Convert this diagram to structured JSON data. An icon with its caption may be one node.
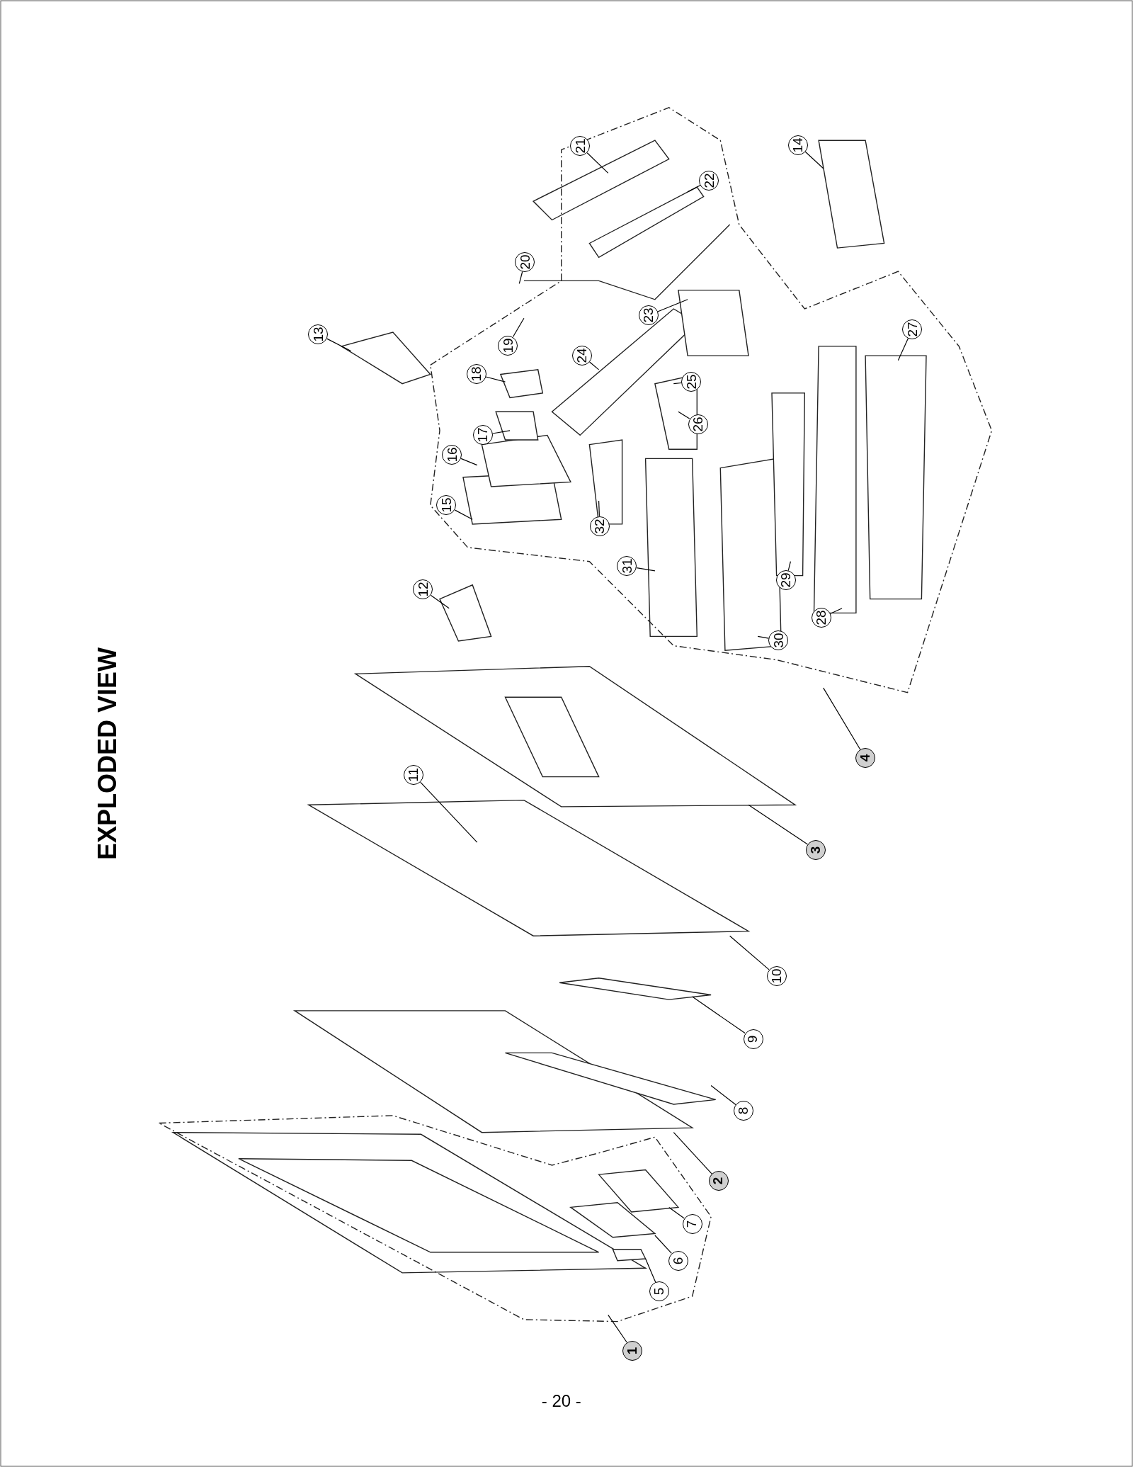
{
  "diagram": {
    "title": "EXPLODED VIEW",
    "nodes": [
      {
        "text": [
          "1"
        ]
      },
      {
        "text": [
          "2"
        ]
      },
      {
        "text": [
          "3"
        ]
      },
      {
        "text": [
          "4"
        ]
      },
      {
        "text": [
          "5"
        ]
      },
      {
        "text": [
          "6"
        ]
      },
      {
        "text": [
          "7"
        ]
      },
      {
        "text": [
          "8"
        ]
      },
      {
        "text": [
          "9"
        ]
      },
      {
        "text": [
          "10"
        ]
      },
      {
        "text": [
          "11"
        ]
      },
      {
        "text": [
          "12"
        ]
      },
      {
        "text": [
          "13"
        ]
      },
      {
        "text": [
          "14"
        ]
      },
      {
        "text": [
          "15"
        ]
      },
      {
        "text": [
          "16"
        ]
      },
      {
        "text": [
          "17"
        ]
      },
      {
        "text": [
          "18"
        ]
      },
      {
        "text": [
          "19"
        ]
      },
      {
        "text": [
          "20"
        ]
      },
      {
        "text": [
          "21"
        ]
      },
      {
        "text": [
          "22"
        ]
      },
      {
        "text": [
          "23"
        ]
      },
      {
        "text": [
          "24"
        ]
      },
      {
        "text": [
          "25"
        ]
      },
      {
        "text": [
          "26"
        ]
      },
      {
        "text": [
          "27"
        ]
      },
      {
        "text": [
          "28"
        ]
      },
      {
        "text": [
          "29"
        ]
      },
      {
        "text": [
          "30"
        ]
      },
      {
        "text": [
          "31"
        ]
      },
      {
        "text": [
          "32"
        ]
      }
    ],
    "edges": [
      {
        "from": 0,
        "to": null,
        "arrow": "none"
      },
      {
        "from": 1,
        "to": null,
        "arrow": "none"
      },
      {
        "from": 2,
        "to": null,
        "arrow": "none"
      },
      {
        "from": 3,
        "to": null,
        "arrow": "none"
      },
      {
        "from": 4,
        "to": null,
        "arrow": "none"
      },
      {
        "from": 5,
        "to": null,
        "arrow": "none"
      },
      {
        "from": 6,
        "to": null,
        "arrow": "none"
      },
      {
        "from": 7,
        "to": null,
        "arrow": "none"
      },
      {
        "from": 8,
        "to": null,
        "arrow": "none"
      },
      {
        "from": 9,
        "to": null,
        "arrow": "none"
      },
      {
        "from": 10,
        "to": null,
        "arrow": "none"
      },
      {
        "from": 11,
        "to": null,
        "arrow": "none"
      },
      {
        "from": 12,
        "to": null,
        "arrow": "none"
      },
      {
        "from": 13,
        "to": null,
        "arrow": "none"
      },
      {
        "from": 14,
        "to": null,
        "arrow": "none"
      },
      {
        "from": 15,
        "to": null,
        "arrow": "none"
      },
      {
        "from": 16,
        "to": null,
        "arrow": "none"
      },
      {
        "from": 17,
        "to": null,
        "arrow": "none"
      },
      {
        "from": 18,
        "to": null,
        "arrow": "none"
      },
      {
        "from": 19,
        "to": null,
        "arrow": "none"
      },
      {
        "from": 20,
        "to": null,
        "arrow": "none"
      },
      {
        "from": 21,
        "to": null,
        "arrow": "none"
      },
      {
        "from": 22,
        "to": null,
        "arrow": "none"
      },
      {
        "from": 23,
        "to": null,
        "arrow": "none"
      },
      {
        "from": 24,
        "to": null,
        "arrow": "none"
      },
      {
        "from": 25,
        "to": null,
        "arrow": "none"
      },
      {
        "from": 26,
        "to": null,
        "arrow": "none"
      },
      {
        "from": 27,
        "to": null,
        "arrow": "none"
      },
      {
        "from": 28,
        "to": null,
        "arrow": "none"
      },
      {
        "from": 29,
        "to": null,
        "arrow": "none"
      },
      {
        "from": 30,
        "to": null,
        "arrow": "none"
      },
      {
        "from": 31,
        "to": null,
        "arrow": "none"
      }
    ],
    "labels": [
      "- 20 -"
    ]
  }
}
